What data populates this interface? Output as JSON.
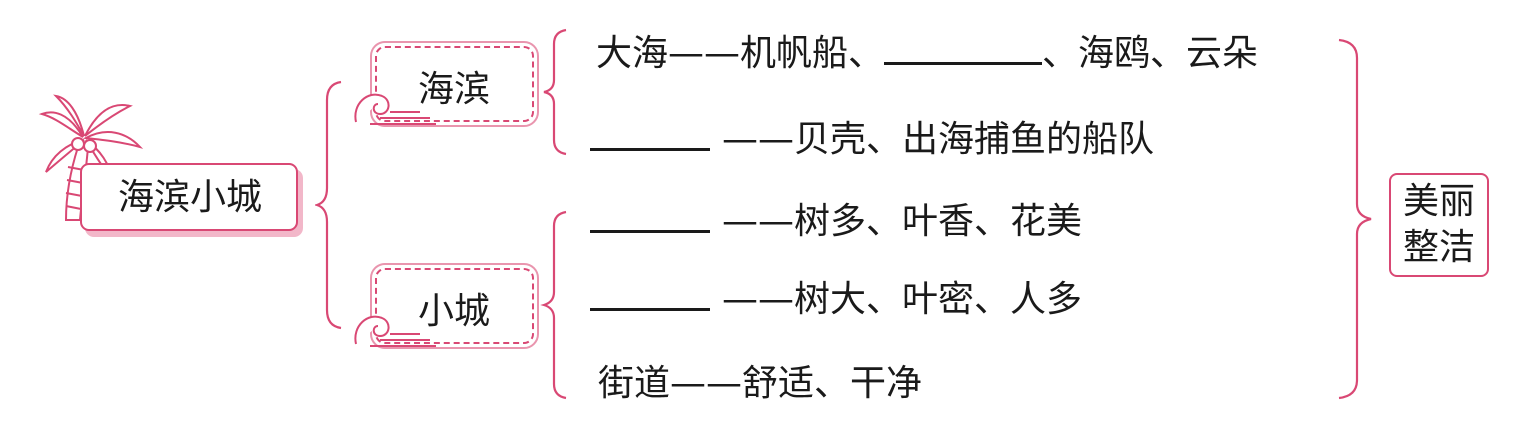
{
  "root": {
    "label": "海滨小城"
  },
  "branches": [
    {
      "label": "海滨",
      "lines": [
        {
          "pre": "大海——机帆船、",
          "blank": true,
          "post": "、海鸥、云朵"
        },
        {
          "blank": true,
          "post": "——贝壳、出海捕鱼的船队"
        }
      ]
    },
    {
      "label": "小城",
      "lines": [
        {
          "blank": true,
          "post": "——树多、叶香、花美"
        },
        {
          "blank": true,
          "post": "——树大、叶密、人多"
        },
        {
          "pre": "街道——舒适、干净"
        }
      ]
    }
  ],
  "result": {
    "line1": "美丽",
    "line2": "整洁"
  },
  "colors": {
    "accent": "#d94874",
    "accent_light": "#f2b7c9"
  }
}
